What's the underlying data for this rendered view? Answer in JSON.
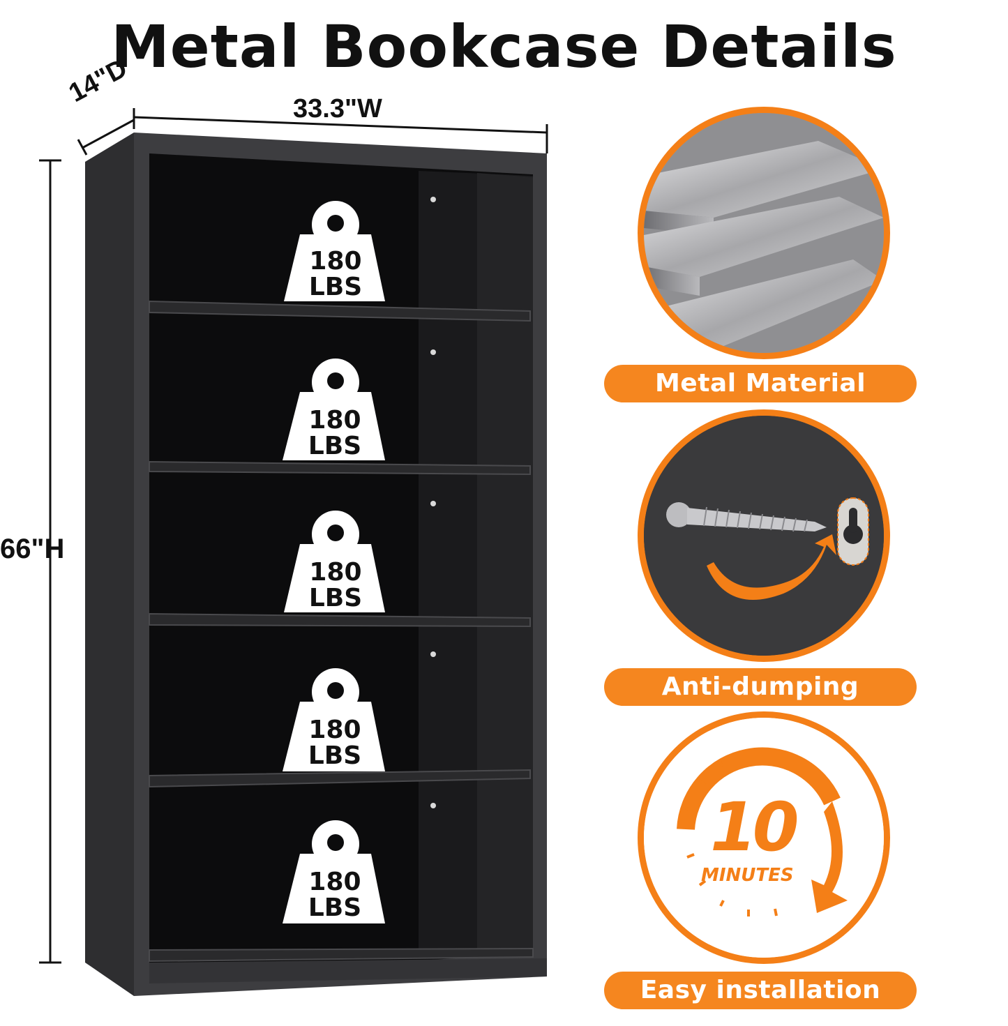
{
  "title": "Metal Bookcase Details",
  "dimensions": {
    "width": "33.3\"W",
    "depth": "14\"D",
    "height": "66\"H"
  },
  "shelves": [
    {
      "weight_number": "180",
      "weight_unit": "LBS"
    },
    {
      "weight_number": "180",
      "weight_unit": "LBS"
    },
    {
      "weight_number": "180",
      "weight_unit": "LBS"
    },
    {
      "weight_number": "180",
      "weight_unit": "LBS"
    },
    {
      "weight_number": "180",
      "weight_unit": "LBS"
    }
  ],
  "features": [
    {
      "label": "Metal Material",
      "icon": "brushed-metal-plates-icon"
    },
    {
      "label": "Anti-dumping",
      "icon": "screw-keyhole-icon"
    },
    {
      "label": "Easy installation",
      "icon": "timer-10-minutes-icon",
      "badge_number": "10",
      "badge_unit": "MINUTES"
    }
  ],
  "colors": {
    "accent": "#f5861f",
    "cabinet": "#3b3b3d",
    "interior": "#0b0b0c"
  }
}
